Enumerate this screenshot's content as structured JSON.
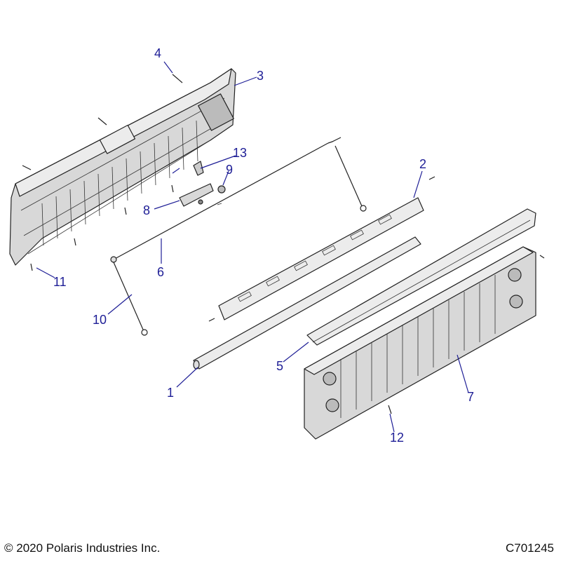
{
  "callouts": [
    {
      "id": "1",
      "label": "1"
    },
    {
      "id": "2",
      "label": "2"
    },
    {
      "id": "3",
      "label": "3"
    },
    {
      "id": "4",
      "label": "4"
    },
    {
      "id": "5",
      "label": "5"
    },
    {
      "id": "6",
      "label": "6"
    },
    {
      "id": "7",
      "label": "7"
    },
    {
      "id": "8",
      "label": "8"
    },
    {
      "id": "9",
      "label": "9"
    },
    {
      "id": "10",
      "label": "10"
    },
    {
      "id": "11",
      "label": "11"
    },
    {
      "id": "12",
      "label": "12"
    },
    {
      "id": "13",
      "label": "13"
    }
  ],
  "footer": {
    "copyright": "© 2020 Polaris Industries Inc.",
    "drawing_number": "C701245"
  },
  "colors": {
    "callout": "#1e1e96",
    "line": "#222222",
    "background": "#ffffff"
  }
}
